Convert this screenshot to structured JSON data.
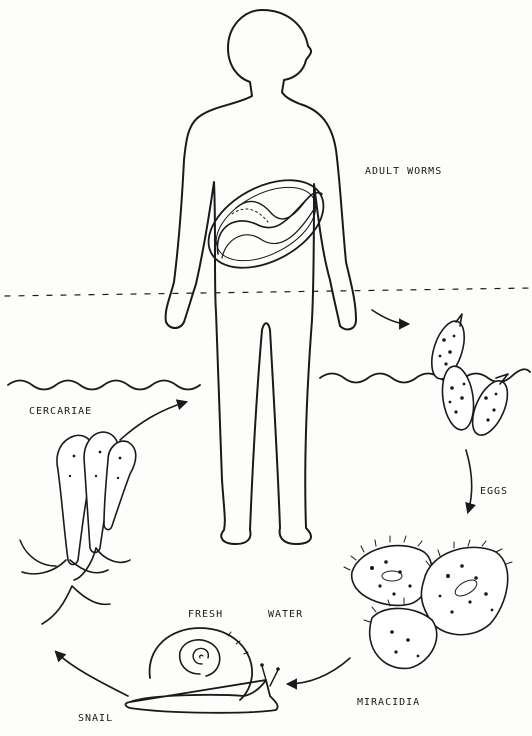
{
  "labels": {
    "adult_worms": "ADULT WORMS",
    "eggs": "EGGS",
    "cercariae": "CERCARIAE",
    "fresh": "FRESH",
    "water": "WATER",
    "miracidia": "MIRACIDIA",
    "snail": "SNAIL"
  },
  "colors": {
    "ink": "#1a1a1a",
    "paper": "#fdfdfb"
  }
}
